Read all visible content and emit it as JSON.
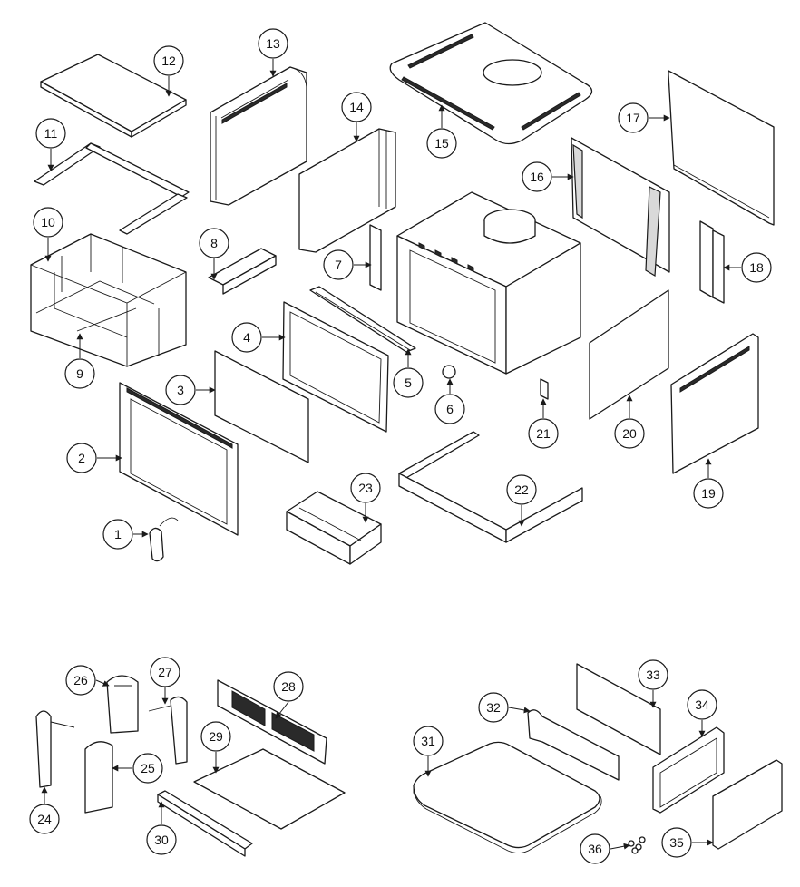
{
  "callouts": [
    {
      "id": "c1",
      "label": "1"
    },
    {
      "id": "c2",
      "label": "2"
    },
    {
      "id": "c3",
      "label": "3"
    },
    {
      "id": "c4",
      "label": "4"
    },
    {
      "id": "c5",
      "label": "5"
    },
    {
      "id": "c6",
      "label": "6"
    },
    {
      "id": "c7",
      "label": "7"
    },
    {
      "id": "c8",
      "label": "8"
    },
    {
      "id": "c9",
      "label": "9"
    },
    {
      "id": "c10",
      "label": "10"
    },
    {
      "id": "c11",
      "label": "11"
    },
    {
      "id": "c12",
      "label": "12"
    },
    {
      "id": "c13",
      "label": "13"
    },
    {
      "id": "c14",
      "label": "14"
    },
    {
      "id": "c15",
      "label": "15"
    },
    {
      "id": "c16",
      "label": "16"
    },
    {
      "id": "c17",
      "label": "17"
    },
    {
      "id": "c18",
      "label": "18"
    },
    {
      "id": "c19",
      "label": "19"
    },
    {
      "id": "c20",
      "label": "20"
    },
    {
      "id": "c21",
      "label": "21"
    },
    {
      "id": "c22",
      "label": "22"
    },
    {
      "id": "c23",
      "label": "23"
    },
    {
      "id": "c24",
      "label": "24"
    },
    {
      "id": "c25",
      "label": "25"
    },
    {
      "id": "c26",
      "label": "26"
    },
    {
      "id": "c27",
      "label": "27"
    },
    {
      "id": "c28",
      "label": "28"
    },
    {
      "id": "c29",
      "label": "29"
    },
    {
      "id": "c30",
      "label": "30"
    },
    {
      "id": "c31",
      "label": "31"
    },
    {
      "id": "c32",
      "label": "32"
    },
    {
      "id": "c33",
      "label": "33"
    },
    {
      "id": "c34",
      "label": "34"
    },
    {
      "id": "c35",
      "label": "35"
    },
    {
      "id": "c36",
      "label": "36"
    }
  ],
  "colors": {
    "line": "#1a1a1a",
    "background": "#ffffff",
    "shade": "#d9d9d9"
  }
}
